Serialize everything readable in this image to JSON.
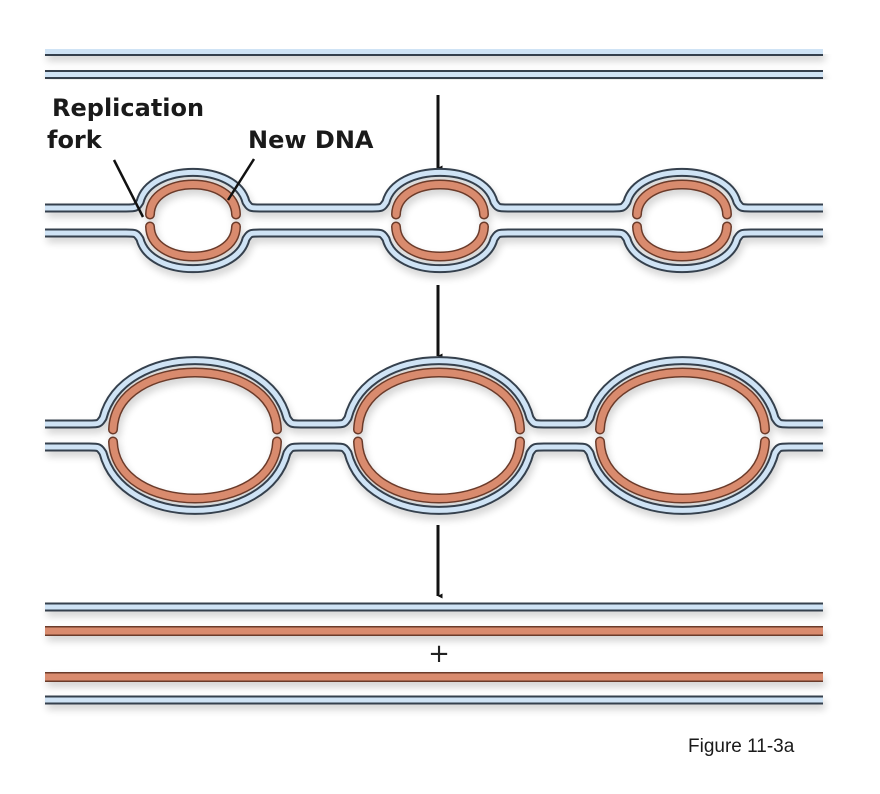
{
  "figure": {
    "caption": "Figure 11-3a",
    "labels": {
      "replication_fork_line1": "Replication",
      "replication_fork_line2": "fork",
      "new_dna": "New DNA"
    },
    "plus_sign": "+",
    "stages": [
      {
        "name": "parental-dna",
        "description": "Unreplicated double-stranded parental DNA"
      },
      {
        "name": "early-replication-bubbles",
        "bubble_count": 3
      },
      {
        "name": "expanded-replication-bubbles",
        "bubble_count": 3
      },
      {
        "name": "daughter-duplexes",
        "duplex_count": 2
      }
    ],
    "colors": {
      "parental_strand_fill": "#cfe3f5",
      "parental_strand_outline": "#34414d",
      "new_strand_fill": "#d98b6e",
      "new_strand_outline": "#6b3a2a",
      "arrow": "#111111"
    }
  }
}
